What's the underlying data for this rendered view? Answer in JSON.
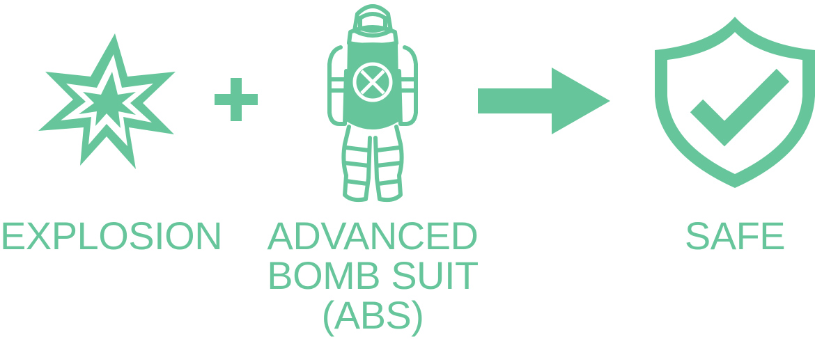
{
  "colors": {
    "accent": "#66c59b",
    "background": "#ffffff"
  },
  "icons": {
    "explosion": "explosion-icon",
    "plus": "plus-icon",
    "bomb_suit": "bomb-suit-icon",
    "arrow": "arrow-right-icon",
    "shield": "shield-check-icon"
  },
  "labels": {
    "explosion": "EXPLOSION",
    "abs_line1": "ADVANCED",
    "abs_line2": "BOMB SUIT",
    "abs_line3": "(ABS)",
    "safe": "SAFE"
  }
}
